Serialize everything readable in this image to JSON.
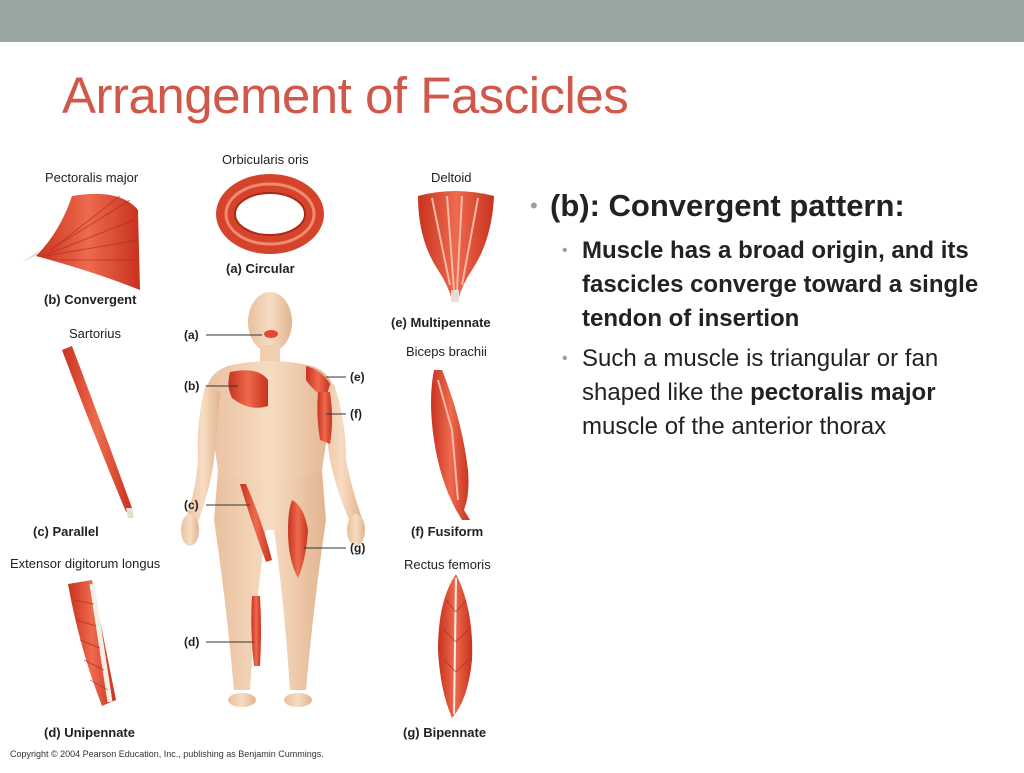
{
  "slide": {
    "title": "Arrangement of Fascicles",
    "accent_color": "#d0584a",
    "bar_color": "#97a7a0"
  },
  "figure": {
    "muscles": {
      "pectoralis": "Pectoralis major",
      "orbicularis": "Orbicularis oris",
      "deltoid": "Deltoid",
      "sartorius": "Sartorius",
      "biceps": "Biceps brachii",
      "extensor": "Extensor digitorum longus",
      "rectus": "Rectus femoris"
    },
    "captions": {
      "circular": "(a) Circular",
      "convergent": "(b) Convergent",
      "multipennate": "(e) Multipennate",
      "parallel": "(c) Parallel",
      "fusiform": "(f) Fusiform",
      "unipennate": "(d) Unipennate",
      "bipennate": "(g) Bipennate"
    },
    "keys": {
      "a": "(a)",
      "b": "(b)",
      "c": "(c)",
      "d": "(d)",
      "e": "(e)",
      "f": "(f)",
      "g": "(g)"
    },
    "copyright": "Copyright © 2004 Pearson Education, Inc., publishing as Benjamin Cummings."
  },
  "bullets": {
    "main": "(b): Convergent pattern:",
    "sub1": "Muscle has a broad origin, and its fascicles converge toward a single tendon of insertion",
    "sub2_pre": "Such a muscle is triangular or fan shaped like the ",
    "sub2_bold": "pectoralis major",
    "sub2_post": " muscle of the anterior thorax"
  }
}
